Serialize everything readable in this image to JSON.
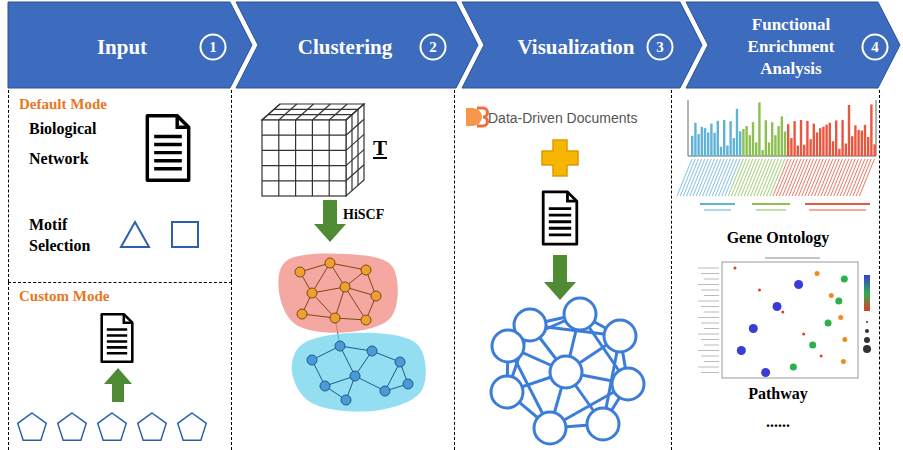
{
  "diagram": {
    "nodes": [
      {
        "text": [
          "Input"
        ]
      },
      {
        "text": [
          "1"
        ],
        "in": 0
      },
      {
        "text": [
          "Clustering"
        ]
      },
      {
        "text": [
          "2"
        ],
        "in": 2
      },
      {
        "text": [
          "Visualization"
        ]
      },
      {
        "text": [
          "3"
        ],
        "in": 4
      },
      {
        "text": [
          "Functional Enrichment Analysis"
        ]
      },
      {
        "text": [
          "4"
        ],
        "in": 6
      },
      {
        "text": [
          "Default Mode",
          "Biological Network",
          "Motif Selection"
        ]
      },
      {
        "text": [
          "Custom Mode"
        ]
      },
      {
        "text": [
          "T",
          "HiSCF"
        ]
      },
      {
        "text": [
          "Data-Driven Documents"
        ]
      },
      {
        "text": [
          "Gene Ontology",
          "Pathway",
          "......"
        ]
      }
    ]
  }
}
